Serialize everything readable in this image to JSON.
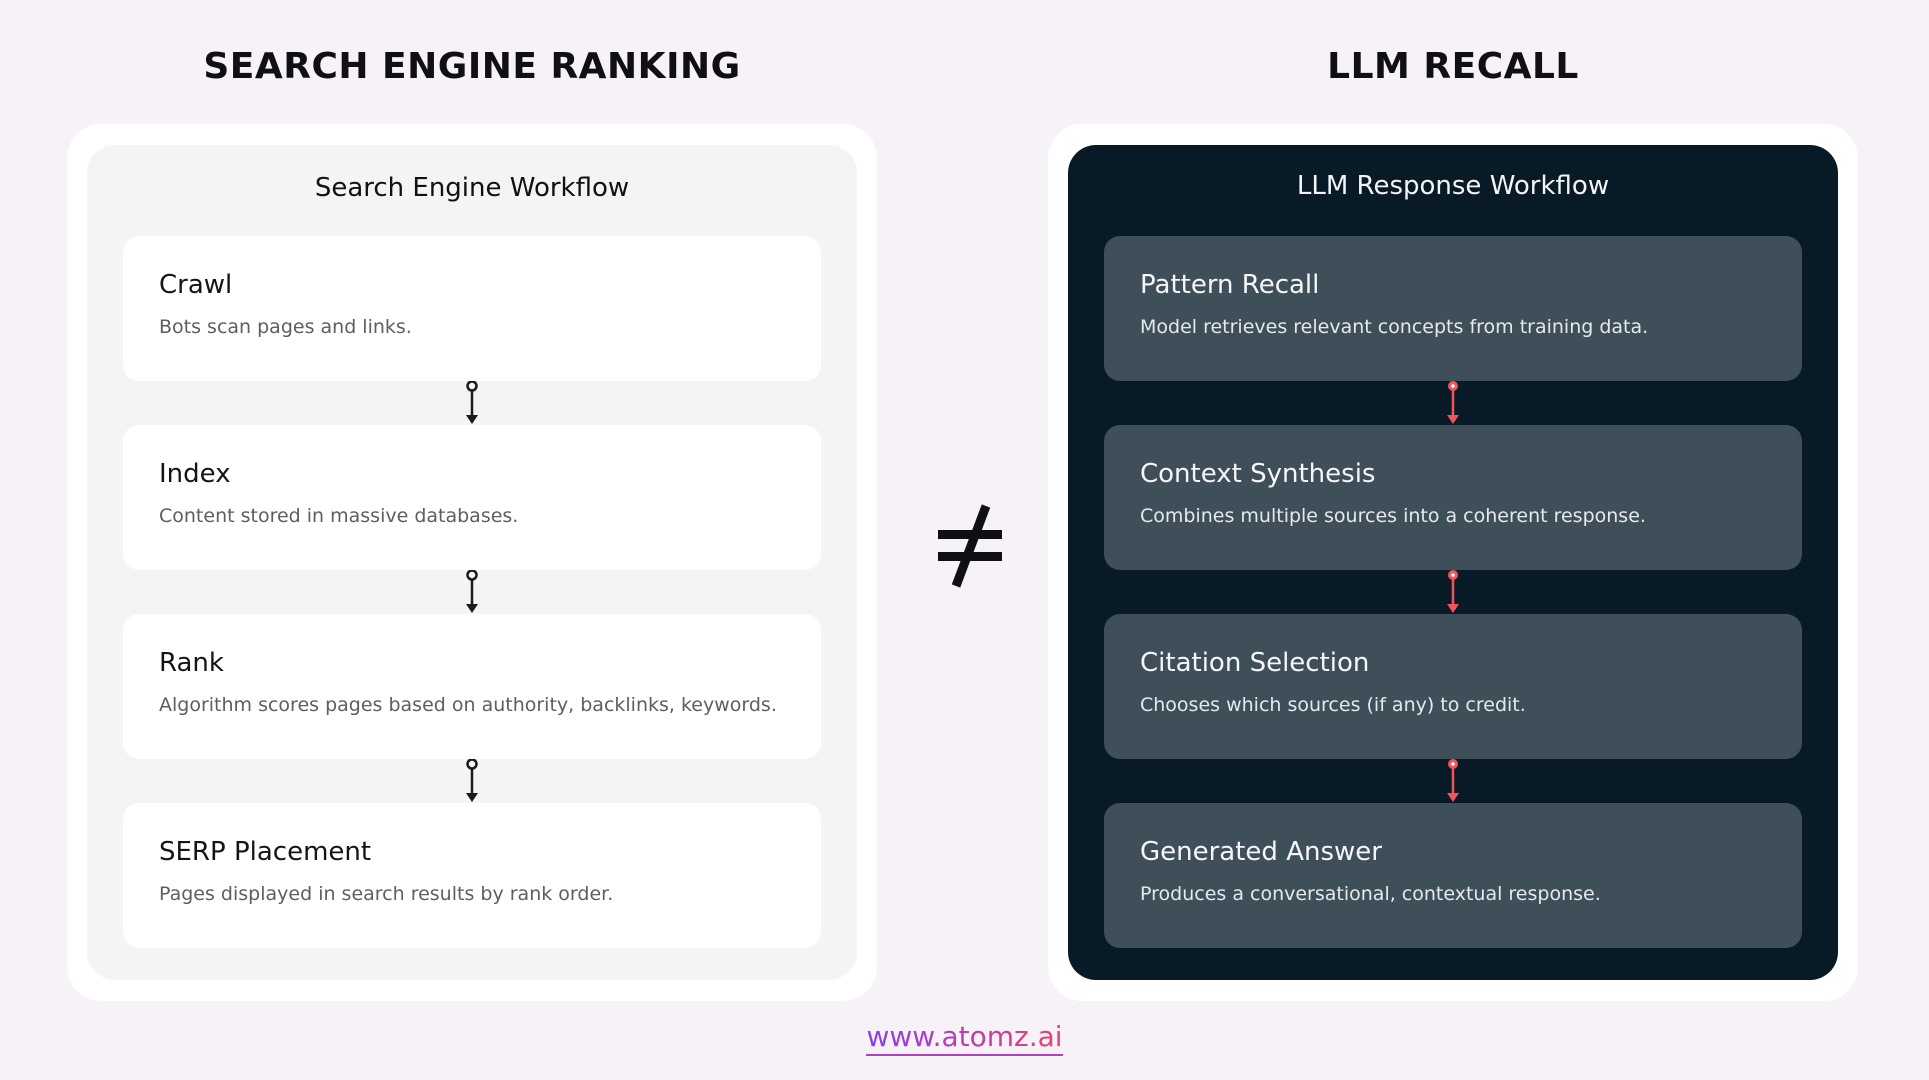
{
  "left": {
    "heading": "SEARCH ENGINE RANKING",
    "panel_title": "Search Engine Workflow",
    "steps": [
      {
        "title": "Crawl",
        "desc": "Bots scan pages and links."
      },
      {
        "title": "Index",
        "desc": "Content stored in massive databases."
      },
      {
        "title": "Rank",
        "desc": "Algorithm scores pages based on authority, backlinks, keywords."
      },
      {
        "title": "SERP Placement",
        "desc": "Pages displayed in search results by rank order."
      }
    ],
    "connector_color": "#1a1a1a"
  },
  "right": {
    "heading": "LLM RECALL",
    "panel_title": "LLM Response Workflow",
    "steps": [
      {
        "title": "Pattern Recall",
        "desc": "Model retrieves relevant concepts from training data."
      },
      {
        "title": "Context Synthesis",
        "desc": "Combines multiple sources into a coherent response."
      },
      {
        "title": "Citation Selection",
        "desc": "Chooses which sources (if any) to credit."
      },
      {
        "title": "Generated Answer",
        "desc": "Produces a conversational, contextual response."
      }
    ],
    "connector_color": "#f0545c"
  },
  "symbol": "not-equal",
  "footer": {
    "url": "www.atomz.ai"
  },
  "colors": {
    "background": "#f6f2f8",
    "dark_panel": "#071a25",
    "dark_card": "#3f4f59",
    "accent_gradient_start": "#8a3ef0",
    "accent_gradient_end": "#ee3f6a"
  }
}
